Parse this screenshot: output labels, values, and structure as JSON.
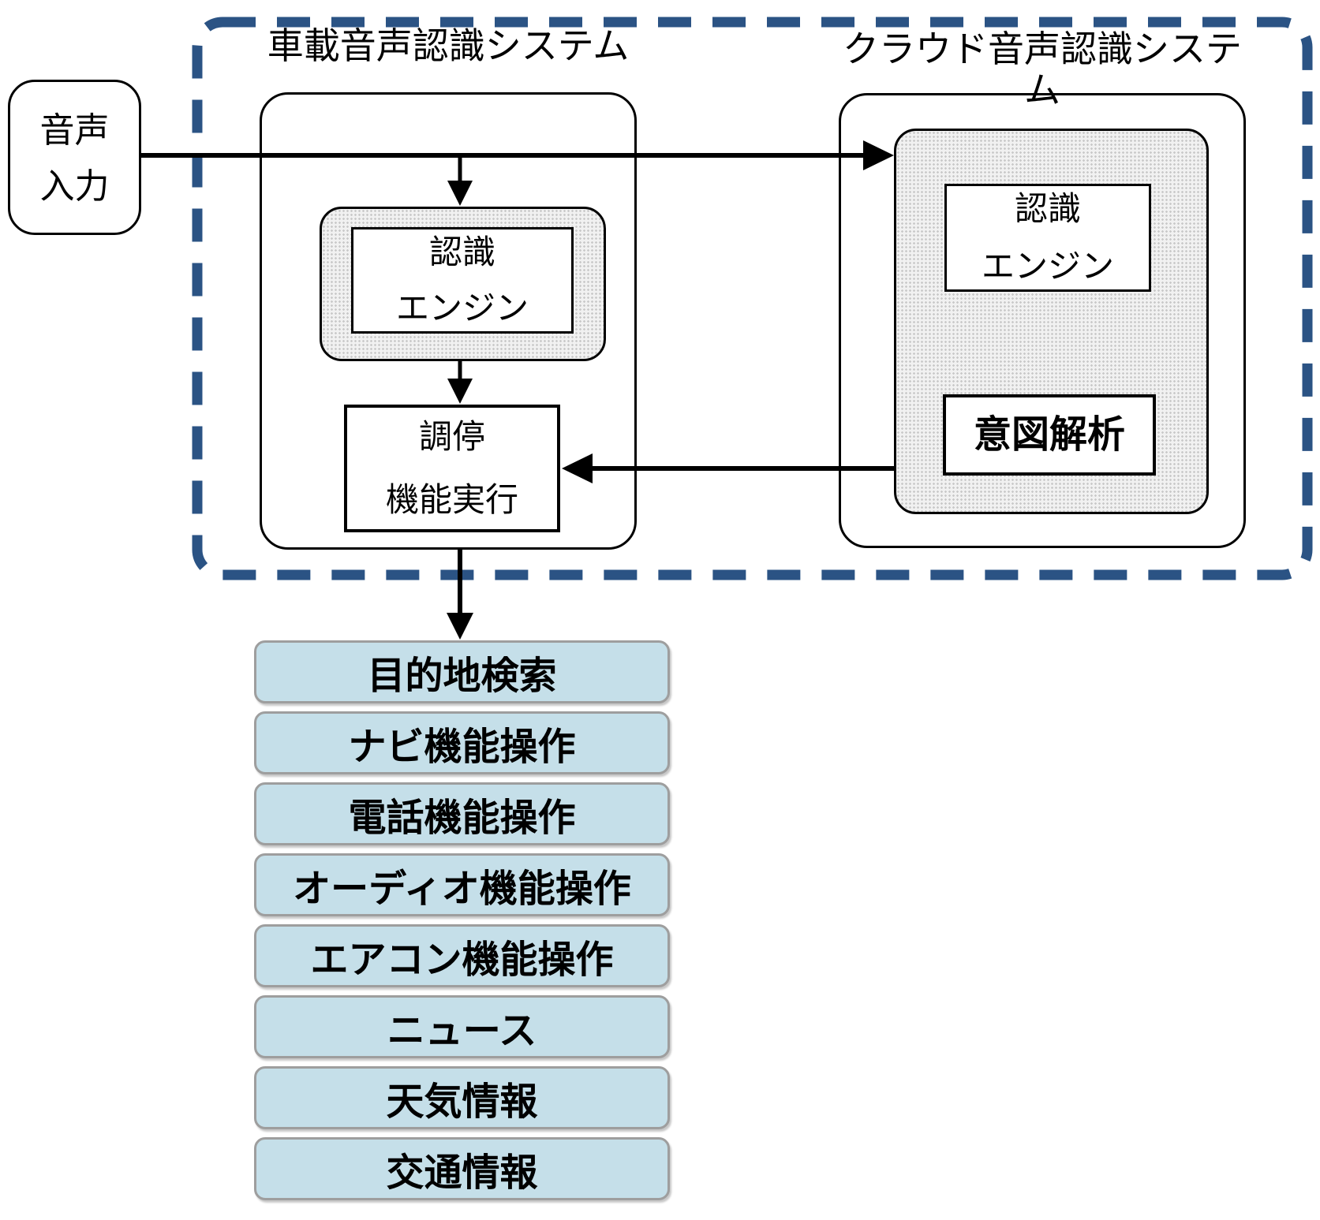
{
  "colors": {
    "dashed_frame": "#2b5384",
    "function_box_fill": "#c5dfe9",
    "function_box_border": "#9e9e9e",
    "line": "#000000"
  },
  "input_box": {
    "line1": "音声",
    "line2": "入力"
  },
  "onboard_system": {
    "title": "車載音声認識システム",
    "engine_box": {
      "line1": "認識",
      "line2": "エンジン"
    },
    "mediation_box": {
      "line1": "調停",
      "line2": "機能実行"
    }
  },
  "cloud_system": {
    "title": "クラウド音声認識システム",
    "engine_box": {
      "line1": "認識",
      "line2": "エンジン"
    },
    "intent_box": {
      "label": "意図解析"
    }
  },
  "functions": [
    "目的地検索",
    "ナビ機能操作",
    "電話機能操作",
    "オーディオ機能操作",
    "エアコン機能操作",
    "ニュース",
    "天気情報",
    "交通情報"
  ]
}
